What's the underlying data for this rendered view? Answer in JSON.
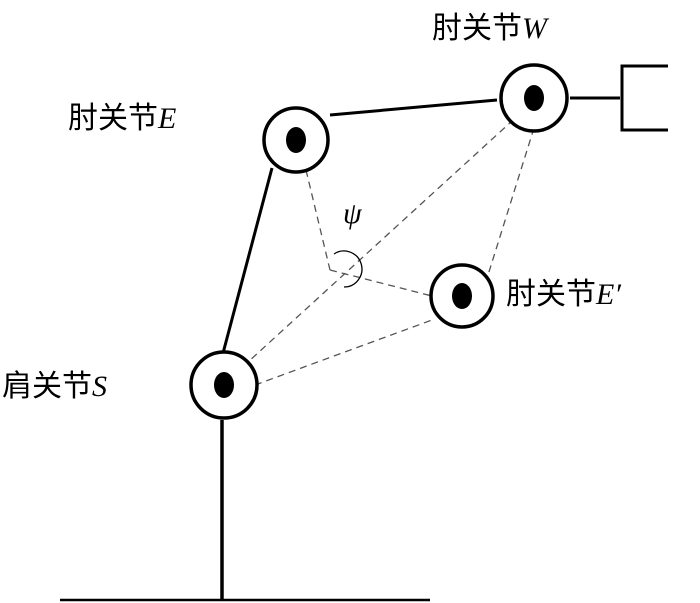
{
  "labels": {
    "elbow_e": {
      "prefix": "肘关节",
      "letter": "E"
    },
    "wrist_w": {
      "prefix": "肘关节",
      "letter": "W"
    },
    "elbow_e_prime": {
      "prefix": "肘关节",
      "letter": "E′"
    },
    "shoulder_s": {
      "prefix": "肩关节",
      "letter": "S"
    },
    "angle": "ψ"
  },
  "colors": {
    "line": "#000000",
    "dashed": "#555555",
    "background": "#ffffff"
  }
}
